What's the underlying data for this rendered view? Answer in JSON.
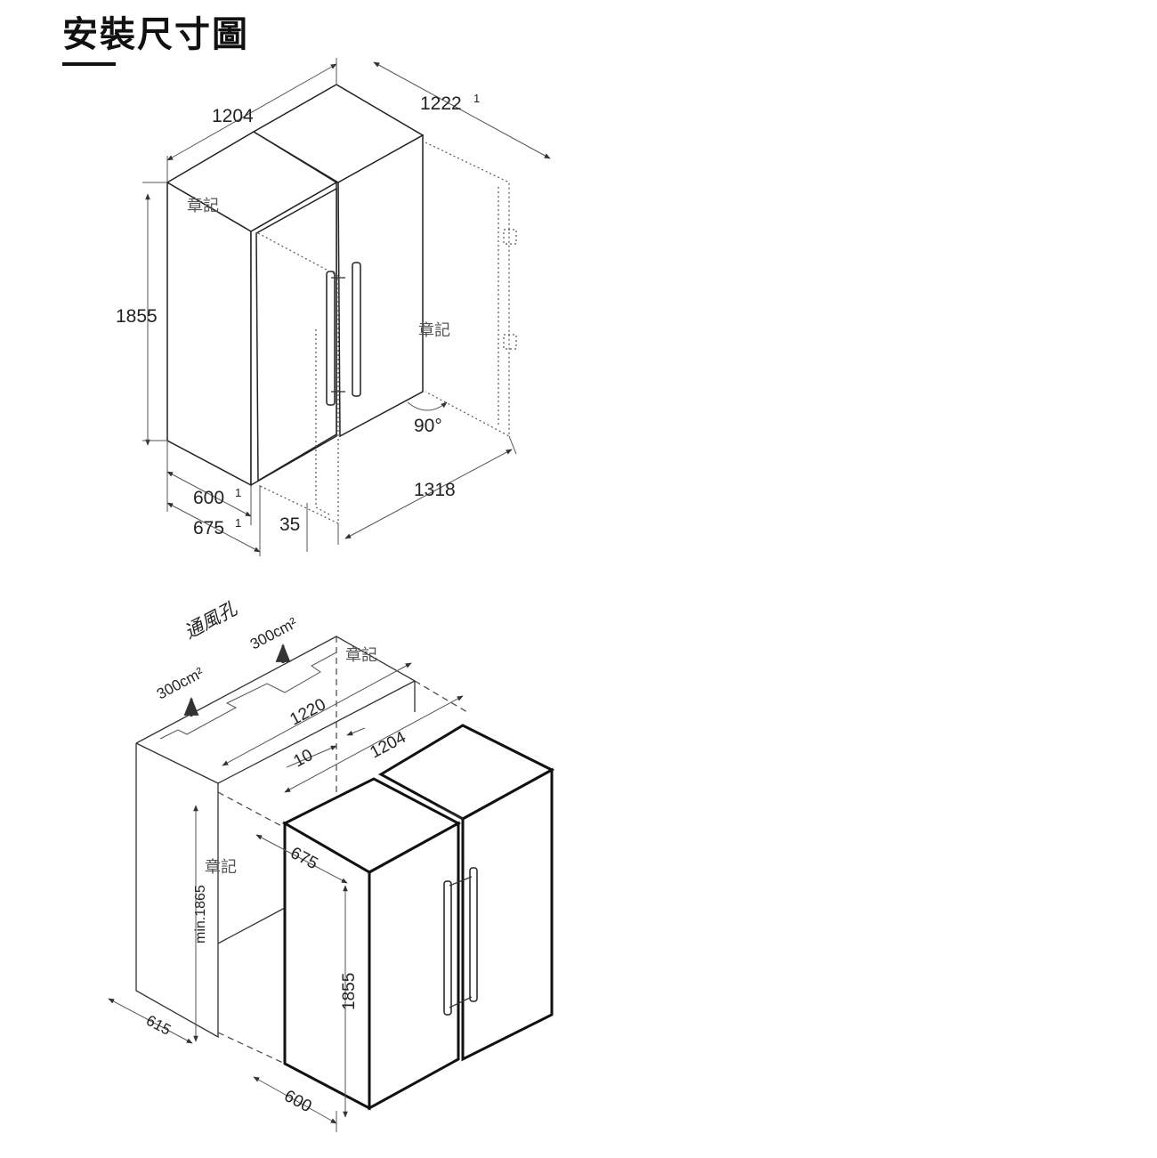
{
  "page": {
    "title": "安裝尺寸圖",
    "watermark": "章記"
  },
  "top_diagram": {
    "dim_width_total": "1204",
    "dim_width_open": "1222",
    "dim_width_open_note": "1",
    "dim_height": "1855",
    "dim_depth_body": "600",
    "dim_depth_body_note": "1",
    "dim_depth_total": "675",
    "dim_depth_total_note": "1",
    "dim_feet": "35",
    "dim_door_open_depth": "1318",
    "door_angle": "90°"
  },
  "bottom_diagram": {
    "vent_label": "通風孔",
    "vent_area_left": "300cm²",
    "vent_area_right": "300cm²",
    "dim_niche_width": "1220",
    "dim_gap": "10",
    "dim_width_total": "1204",
    "dim_depth_total": "675",
    "dim_niche_height": "min.1865",
    "dim_height": "1855",
    "dim_niche_depth": "615",
    "dim_depth_body": "600"
  },
  "colors": {
    "line": "#333333",
    "text": "#222222",
    "background": "#ffffff"
  }
}
